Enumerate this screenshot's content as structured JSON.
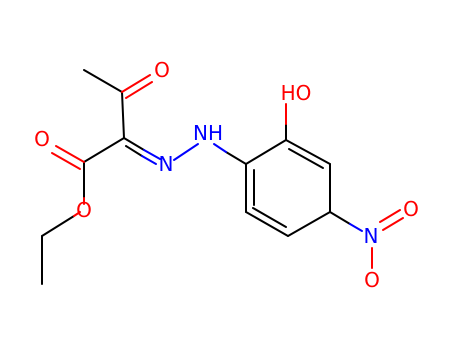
{
  "molecule": {
    "colors": {
      "carbon_bond": "#000000",
      "oxygen": "#ff0000",
      "nitrogen": "#0000ff",
      "background": "#ffffff"
    },
    "labels": {
      "ketone_o": "O",
      "ester_carbonyl_o": "O",
      "ester_o": "O",
      "azo_n": "N",
      "nh": "NH",
      "hydroxyl": "HO",
      "nitro_n": "N",
      "nitro_o_top": "O",
      "nitro_o_bottom": "O"
    }
  }
}
